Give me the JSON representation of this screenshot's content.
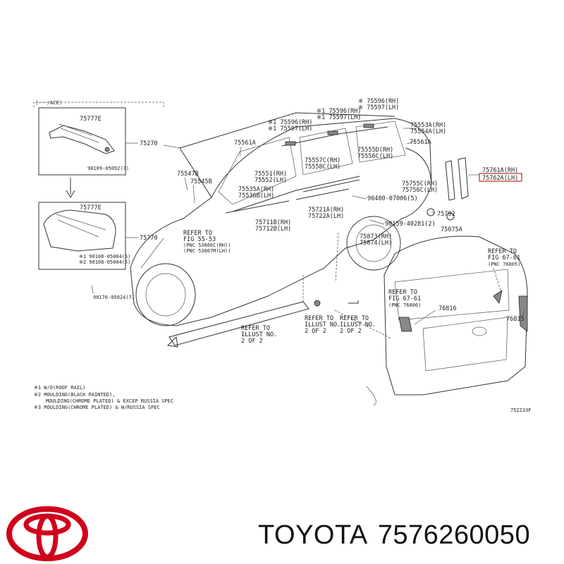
{
  "diagram": {
    "header_frame_label": "(---/ACE)",
    "inset_top": {
      "part_top": "75777E",
      "part_right": "75270",
      "clip": "90109-05092(7)"
    },
    "inset_bottom": {
      "part_top": "75777E",
      "part_right": "75770",
      "clip1": "※1 90108-05004(5)",
      "clip2": "※2 90108-05004(5)"
    },
    "bumper_clip": "90176-05024(7)",
    "labels": {
      "rh_75596": "※ 75596(RH)",
      "lh_75597": "※ 75597(LH)",
      "rh_75596b": "※1 75596(RH)",
      "lh_75597b": "※1 75597(LH)",
      "rh_75596c": "※1 75596(RH)",
      "lh_75597c": "※1 75597(LH)",
      "rh_75553a": "75553A(RH)",
      "lh_75554a": "75554A(LH)",
      "p75561a_left": "75561A",
      "p75561a_right": "75561A",
      "rh_75555d": "75555D(RH)",
      "lh_75556c": "75556C(LH)",
      "rh_75557c": "75557C(RH)",
      "lh_75558c": "75558C(LH)",
      "p75547b": "75547B",
      "p75545b": "75545B",
      "rh_75551": "75551(RH)",
      "lh_75552": "75552(LH)",
      "rh_75535a": "75535A(RH)",
      "lh_75536b": "75536B(LH)",
      "rh_75761a": "75761A(RH)",
      "lh_75762a": "75762A(LH)",
      "rh_75755c": "75755C(RH)",
      "lh_75756c": "75756C(LH)",
      "clip_90480": "90480-07006(5)",
      "rh_75721a": "75721A(RH)",
      "lh_75722a": "75722A(LH)",
      "p75792": "75792",
      "rh_75711b": "75711B(RH)",
      "lh_75712b": "75712B(LH)",
      "clip_90159": "90159-40281(2)",
      "p75075a": "75075A",
      "rh_75873": "75873(RH)",
      "lh_75874": "75874(LH)",
      "refer_fig55_1": "REFER TO",
      "refer_fig55_2": "FIG 55-53",
      "refer_fig55_3": "(PNC 53866C(RH))",
      "refer_fig55_4": "(PNC 53867M(LH))",
      "refer_fig67_61a_1": "REFER TO",
      "refer_fig67_61a_2": "FIG 67-61",
      "refer_fig67_61a_3": "(PNC 76805)",
      "refer_fig67_61b_1": "REFER TO",
      "refer_fig67_61b_2": "FIG 67-61",
      "refer_fig67_61b_3": "(PNC 76806)",
      "p76816": "76816",
      "p76815": "76815",
      "refer_illust_a_1": "REFER TO",
      "refer_illust_a_2": "ILLUST NO.",
      "refer_illust_a_3": "2 OF 2",
      "refer_illust_b_1": "REFER TO",
      "refer_illust_b_2": "ILLUST NO.",
      "refer_illust_b_3": "2 OF 2",
      "refer_illust_c_1": "REFER TO",
      "refer_illust_c_2": "ILLUST NO.",
      "refer_illust_c_3": "2 OF 2",
      "diagram_id": "752233F"
    },
    "notes": [
      "※1 W/O(ROOF RAIL)",
      "※2 MOULDING(BLACK PAINTED),",
      "    MOULDING(CHROME PLATED) & EXCEP RUSSIA SPEC",
      "※3 MOULDING(CHROME PLATED) & W/RUSSIA SPEC"
    ],
    "highlight_color": "#c0392b"
  },
  "branding": {
    "brand": "TOYOTA",
    "part_number": "7576260050",
    "logo_color": "#d0021b"
  }
}
